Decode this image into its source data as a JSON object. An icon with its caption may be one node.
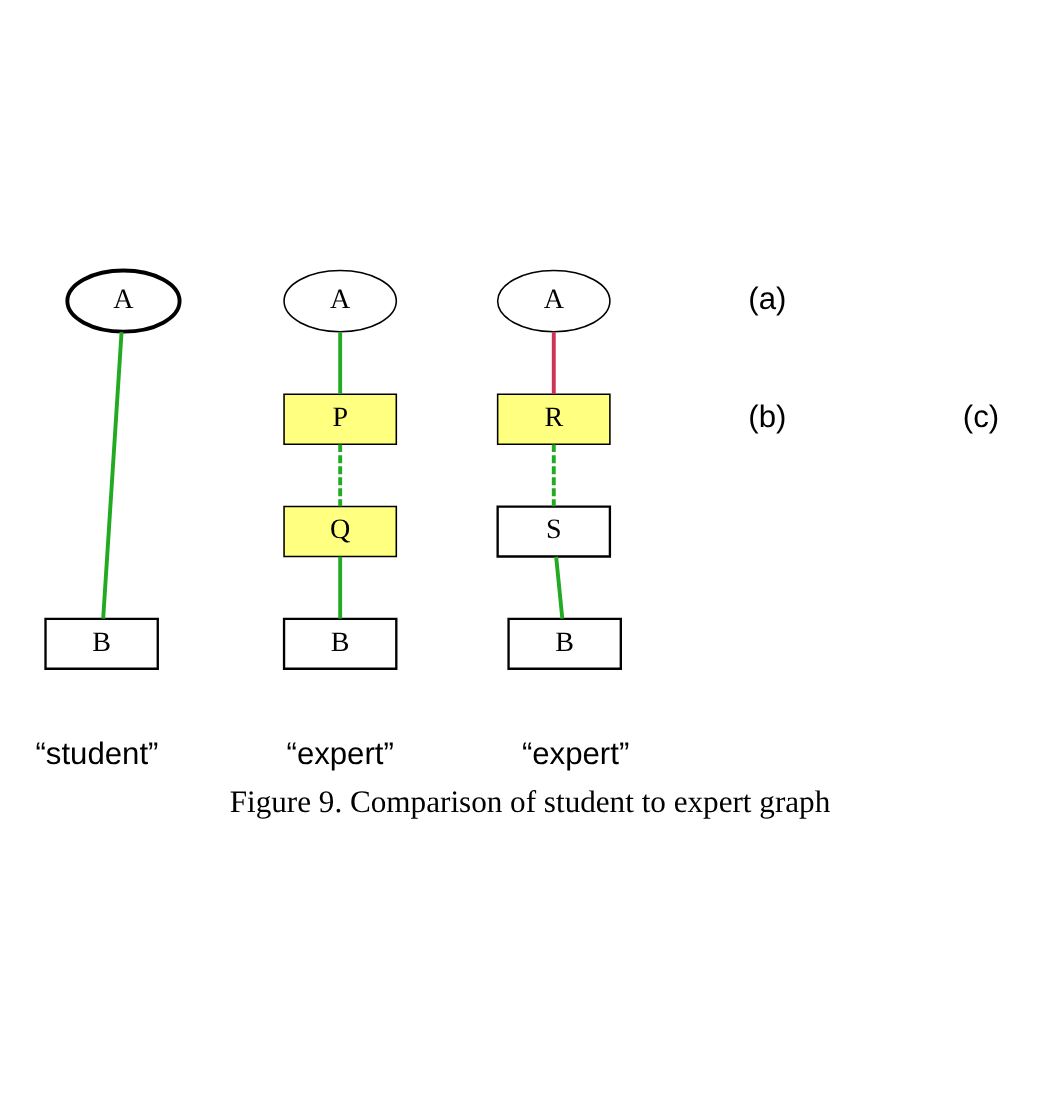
{
  "diagram": {
    "caption": "Figure 9. Comparison of student to expert graph",
    "nodes": [
      {
        "text": [
          "A"
        ]
      },
      {
        "text": [
          "B"
        ]
      },
      {
        "text": [
          "A"
        ]
      },
      {
        "text": [
          "P"
        ]
      },
      {
        "text": [
          "Q"
        ]
      },
      {
        "text": [
          "B"
        ]
      },
      {
        "text": [
          "A"
        ]
      },
      {
        "text": [
          "R"
        ]
      },
      {
        "text": [
          "S"
        ]
      },
      {
        "text": [
          "B"
        ]
      }
    ],
    "edges": [
      {
        "from": 0,
        "to": 1,
        "arrow": "none"
      },
      {
        "from": 2,
        "to": 3,
        "arrow": "none"
      },
      {
        "from": 3,
        "to": 4,
        "arrow": "none",
        "style": "dashed"
      },
      {
        "from": 4,
        "to": 5,
        "arrow": "none"
      },
      {
        "from": 6,
        "to": 7,
        "arrow": "none",
        "color": "#cc3355"
      },
      {
        "from": 7,
        "to": 8,
        "arrow": "none",
        "style": "dashed"
      },
      {
        "from": 8,
        "to": 9,
        "arrow": "none"
      }
    ],
    "labels": [
      "(a)",
      "(b)",
      "(c)",
      "“student”",
      "“expert”",
      "“expert”"
    ]
  }
}
